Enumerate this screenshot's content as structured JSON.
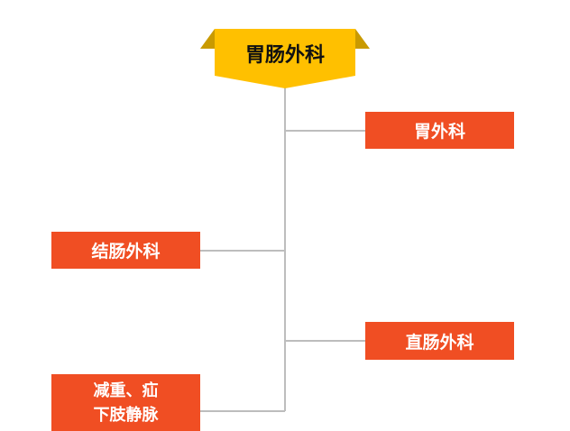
{
  "root": {
    "label": "胃肠外科"
  },
  "nodes": {
    "stomach": {
      "label": "胃外科"
    },
    "colon": {
      "label": "结肠外科"
    },
    "rectal": {
      "label": "直肠外科"
    },
    "other": {
      "line1": "减重、疝",
      "line2": "下肢静脉"
    }
  },
  "colors": {
    "root_fill": "#ffc000",
    "root_wing": "#c99a00",
    "node_fill": "#f04e23",
    "connector": "#bdbdbd"
  }
}
